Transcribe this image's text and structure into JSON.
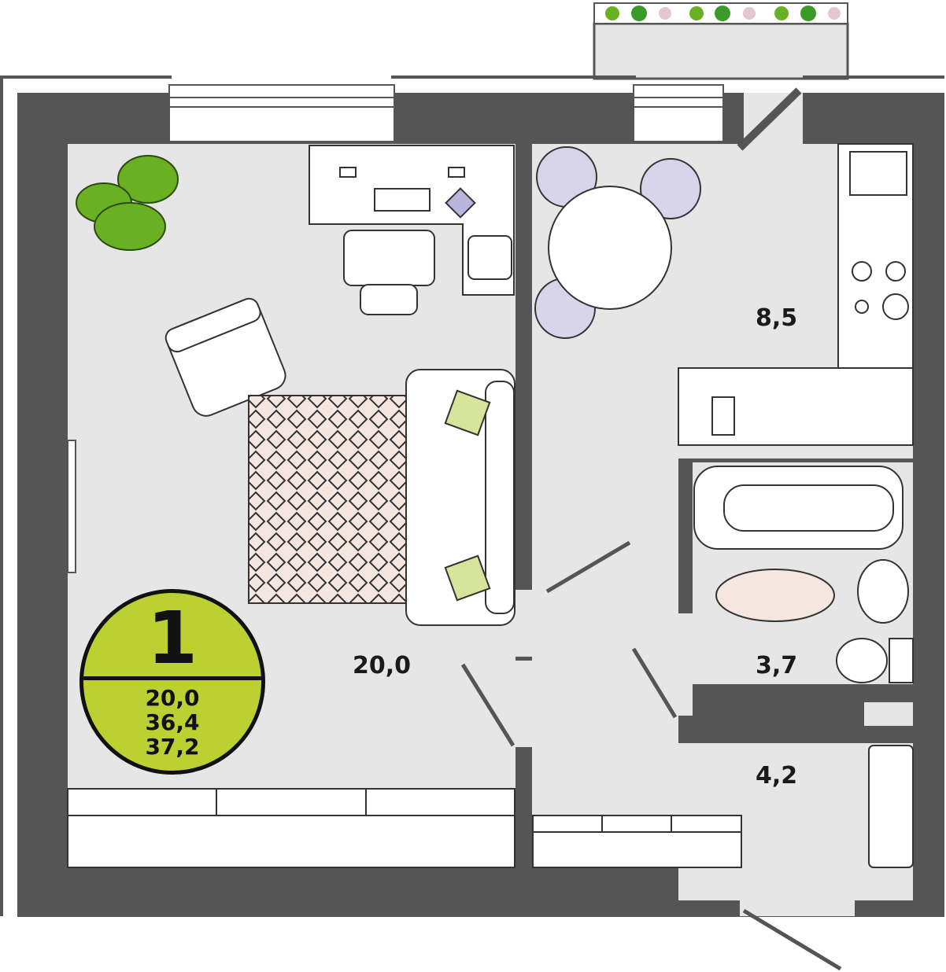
{
  "plan": {
    "rooms": [
      {
        "name": "living-room",
        "area": "20,0"
      },
      {
        "name": "kitchen",
        "area": "8,5"
      },
      {
        "name": "bathroom",
        "area": "3,7"
      },
      {
        "name": "hallway",
        "area": "4,2"
      }
    ],
    "badge": {
      "rooms_count": "1",
      "living_area": "20,0",
      "total_area": "36,4",
      "area_with_balcony": "37,2"
    },
    "colors": {
      "wall": "#555555",
      "floor": "#e6e6e6",
      "badge": "#bcd032",
      "rug": "#f6e6e0"
    }
  }
}
